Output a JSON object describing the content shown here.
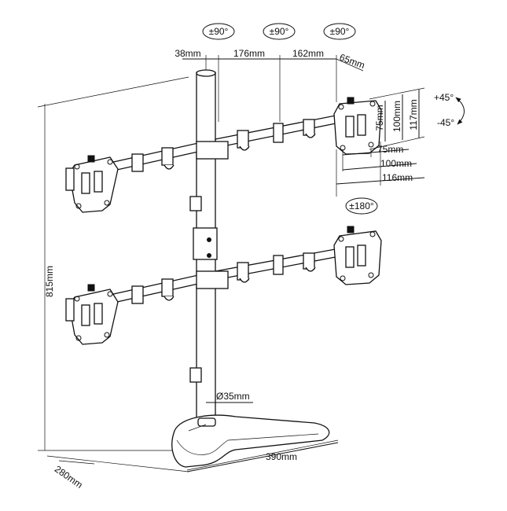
{
  "rotation_badges": [
    "±90°",
    "±90°",
    "±90°",
    "±180°"
  ],
  "arm_dimensions": {
    "pole_offset": "38mm",
    "arm_segment_1": "176mm",
    "arm_segment_2": "162mm",
    "end_offset": "65mm"
  },
  "vesa": {
    "h75": "75mm",
    "h100": "100mm",
    "h117": "117mm",
    "w75": "75mm",
    "w100": "100mm",
    "w116": "116mm"
  },
  "tilt": {
    "up": "+45°",
    "down": "-45°"
  },
  "height": "815mm",
  "pole_diameter": "Ø35mm",
  "base": {
    "width": "390mm",
    "depth": "280mm"
  }
}
